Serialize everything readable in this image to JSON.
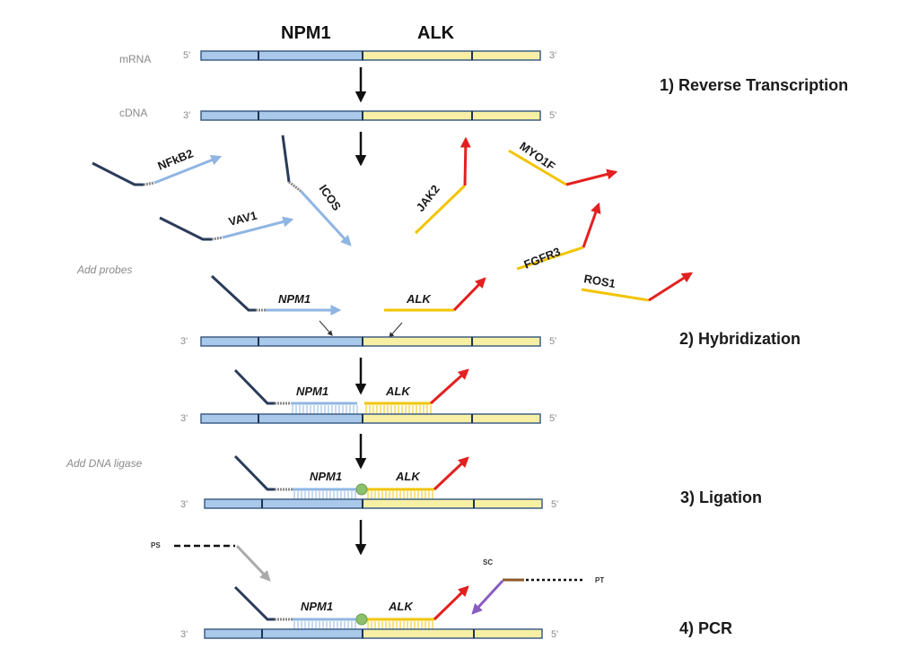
{
  "header": {
    "left_gene": "NPM1",
    "right_gene": "ALK"
  },
  "labels": {
    "mrna": "mRNA",
    "cdna": "cDNA",
    "add_probes": "Add probes",
    "add_ligase": "Add DNA ligase",
    "five_prime": "5'",
    "three_prime": "3'"
  },
  "steps": [
    {
      "label": "1)  Reverse Transcription"
    },
    {
      "label": "2)  Hybridization"
    },
    {
      "label": "3)  Ligation"
    },
    {
      "label": "4)  PCR"
    }
  ],
  "probes": {
    "nfkb2": "NFkB2",
    "vav1": "VAV1",
    "icos": "ICOS",
    "jak2": "JAK2",
    "myo1f": "MYO1F",
    "fgfr3": "FGFR3",
    "ros1": "ROS1",
    "npm1": "NPM1",
    "alk": "ALK"
  },
  "primers": {
    "ps": "PS",
    "sc": "SC",
    "pt": "PT"
  },
  "colors": {
    "npm1_strand": "#a9c8ea",
    "alk_strand": "#f7f0a4",
    "alk_probe": "#f2c400",
    "tail": "#e32020",
    "anchor": "#2a3c5a",
    "ligation_dot": "#8cc06a"
  }
}
